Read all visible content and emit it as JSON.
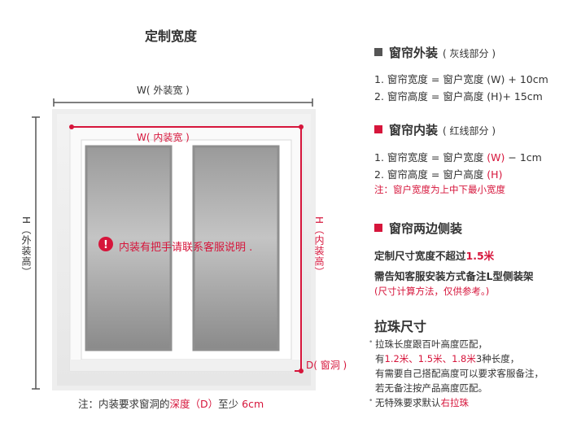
{
  "diagram": {
    "title": "定制宽度",
    "outer_width_label": "W( 外装宽 )",
    "inner_width_label": "W( 内装宽 )",
    "outer_height_label": "H（外装高）",
    "inner_height_label": "H（内装高）",
    "depth_label": "D( 窗洞 )",
    "warning_text": "内装有把手请联系客服说明 .",
    "bottom_note_prefix": "注：内装要求窗洞的",
    "bottom_note_highlight": "深度（D）",
    "bottom_note_suffix": "至少",
    "bottom_note_value": "6cm"
  },
  "sections": {
    "outer": {
      "title": "窗帘外装",
      "subtitle": "( 灰线部分 )",
      "line1": "1. 窗帘宽度 = 窗户宽度 (W) + 10cm",
      "line2": "2. 窗帘高度 = 窗户高度 (H)+ 15cm",
      "color": "#555555"
    },
    "inner": {
      "title": "窗帘内装",
      "subtitle": "( 红线部分 )",
      "line1_a": "1. 窗帘宽度 = 窗户宽度 ",
      "line1_b": "(W)",
      "line1_c": " − 1cm",
      "line2_a": "2. 窗帘高度 = 窗户高度 ",
      "line2_b": "(H)",
      "note": "注：窗户宽度为上中下最小宽度",
      "color": "#d6153b"
    },
    "side": {
      "title": "窗帘两边侧装",
      "line1_a": "定制尺寸宽度不超过",
      "line1_b": "1.5米",
      "line2": "需告知客服安装方式备注L型侧装架",
      "note": "(尺寸计算方法，仅供参考。)"
    },
    "pull": {
      "title": "拉珠尺寸",
      "l1": "拉珠长度跟百叶高度匹配，",
      "l2_a": "有",
      "l2_b": "1.2米、1.5米、1.8米",
      "l2_c": "3种长度，",
      "l3": "有需要自己搭配高度可以要求客服备注，",
      "l4": "若无备注按产品高度匹配。",
      "l5_a": "无特殊要求默认",
      "l5_b": "右拉珠"
    }
  }
}
